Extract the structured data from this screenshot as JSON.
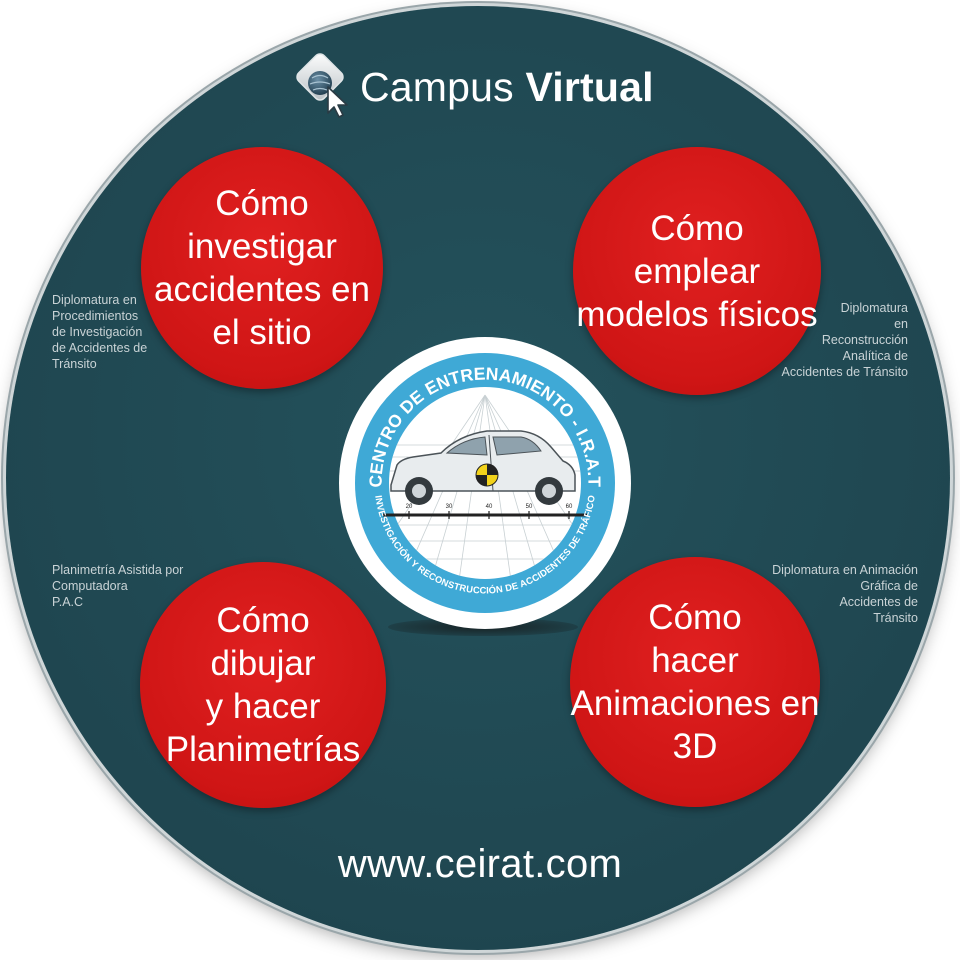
{
  "header": {
    "title_regular": "Campus ",
    "title_bold": "Virtual",
    "icon": "cursor-globe-icon"
  },
  "topics": [
    {
      "label": "Cómo\ninvestigar\naccidentes en\nel sitio"
    },
    {
      "label": "Cómo\nemplear\nmodelos físicos"
    },
    {
      "label": "Cómo\ndibujar\ny hacer\nPlanimetrías"
    },
    {
      "label": "Cómo\nhacer\nAnimaciones en\n3D"
    }
  ],
  "notes": [
    {
      "text": "Diplomatura en\nProcedimientos\nde Investigación\nde Accidentes de\nTránsito"
    },
    {
      "text": "Diplomatura\nen\nReconstrucción\nAnalítica de\nAccidentes de Tránsito"
    },
    {
      "text": "Planimetría Asistida por\nComputadora\nP.A.C"
    },
    {
      "text": "Diplomatura en Animación\nGráfica de\nAccidentes de\nTránsito"
    }
  ],
  "emblem": {
    "top_text": "CENTRO DE ENTRENAMIENTO - I.R.A.T",
    "bottom_text": "INVESTIGACIÓN Y RECONSTRUCCIÓN DE ACCIDENTES DE TRÁFICO",
    "scale_labels": [
      "20",
      "30",
      "40",
      "50",
      "60"
    ],
    "ring_color": "#3fa9d6",
    "icon": "crash-test-car-icon"
  },
  "footer": {
    "url": "www.ceirat.com"
  },
  "colors": {
    "background": "#1f4650",
    "bubble": "#cf1515",
    "text": "#ffffff"
  }
}
